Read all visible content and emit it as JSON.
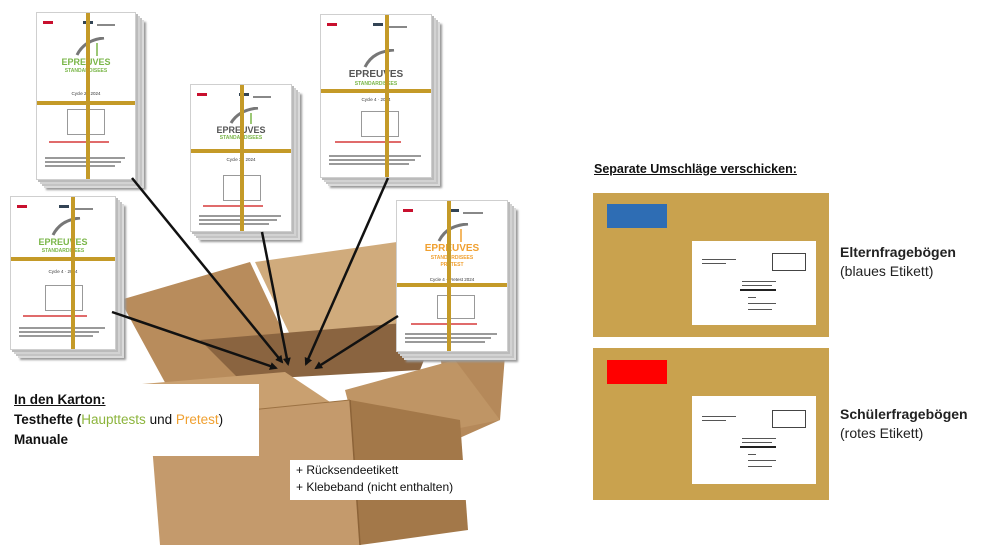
{
  "box_label": {
    "title": "In den Karton:",
    "testhefte_prefix": "Testhefte (",
    "haupttests": "Haupttests",
    "und": " und ",
    "pretest": "Pretest",
    "close_paren": ")",
    "manuale": "Manuale"
  },
  "box_note": {
    "line1": "+ Rücksendeetikett",
    "line2": "+ Klebeband (nicht enthalten)"
  },
  "envelopes": {
    "heading": "Separate Umschläge verschicken:",
    "items": [
      {
        "title": "Elternfragebögen",
        "subtitle": "(blaues Etikett)",
        "label_color": "#2e6db4"
      },
      {
        "title": "Schülerfragebögen",
        "subtitle": "(rotes Etikett)",
        "label_color": "#ff0000"
      }
    ]
  },
  "booklets": [
    {
      "logo_top": "EPREUVES",
      "logo_bottom": "STANDARDISEES",
      "edition": "Cycle 2 · 2024",
      "variant": "Haupttest",
      "accent": "#7ab648"
    },
    {
      "logo_top": "EPREUVES",
      "logo_bottom": "STANDARDISEES",
      "edition": "Cycle 3 · 2024",
      "variant": "Haupttest",
      "accent": "#7ab648"
    },
    {
      "logo_top": "EPREUVES",
      "logo_bottom": "STANDARDISEES",
      "edition": "Cycle 4 · 2024",
      "variant": "Haupttest",
      "accent": "#7ab648"
    },
    {
      "logo_top": "EPREUVES",
      "logo_bottom": "STANDARDISEES",
      "edition": "Cycle 4 · 2024",
      "variant": "Haupttest",
      "accent": "#7ab648"
    },
    {
      "logo_top": "EPREUVES",
      "logo_bottom": "STANDARDISEES",
      "logo_tag": "PRETEST",
      "edition": "Cycle 4 · Pretest 2024",
      "variant": "Pretest",
      "accent": "#f0a030"
    }
  ],
  "colors": {
    "haupttests": "#8cb43c",
    "pretest": "#f0a030",
    "band": "#c49a28",
    "envelope": "#c9a24e",
    "cardboard": "#c8a176"
  }
}
